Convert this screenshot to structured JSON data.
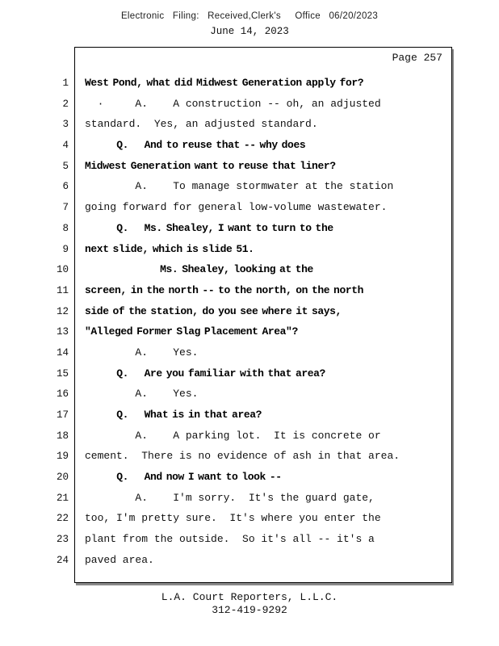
{
  "header": {
    "filing_line": "Electronic   Filing:   Received,Clerk's     Office   06/20/2023",
    "date_line": "June 14, 2023"
  },
  "page": {
    "page_label": "Page 257"
  },
  "transcript": {
    "lines": [
      {
        "num": 1,
        "bold": true,
        "text": "West Pond, what did Midwest Generation apply for?"
      },
      {
        "num": 2,
        "bold": false,
        "text": "  ·     A.    A construction -- oh, an adjusted"
      },
      {
        "num": 3,
        "bold": false,
        "text": "standard.  Yes, an adjusted standard."
      },
      {
        "num": 4,
        "bold": true,
        "text": "        Q.    And to reuse that -- why does"
      },
      {
        "num": 5,
        "bold": true,
        "text": "Midwest Generation want to reuse that liner?"
      },
      {
        "num": 6,
        "bold": false,
        "text": "        A.    To manage stormwater at the station"
      },
      {
        "num": 7,
        "bold": false,
        "text": "going forward for general low-volume wastewater."
      },
      {
        "num": 8,
        "bold": true,
        "text": "        Q.    Ms. Shealey, I want to turn to the"
      },
      {
        "num": 9,
        "bold": true,
        "text": "next slide, which is slide 51."
      },
      {
        "num": 10,
        "bold": true,
        "text": "                   Ms. Shealey, looking at the"
      },
      {
        "num": 11,
        "bold": true,
        "text": "screen, in the north -- to the north, on the north"
      },
      {
        "num": 12,
        "bold": true,
        "text": "side of the station, do you see where it says,"
      },
      {
        "num": 13,
        "bold": true,
        "text": "\"Alleged Former Slag Placement Area\"?"
      },
      {
        "num": 14,
        "bold": false,
        "text": "        A.    Yes."
      },
      {
        "num": 15,
        "bold": true,
        "text": "        Q.    Are you familiar with that area?"
      },
      {
        "num": 16,
        "bold": false,
        "text": "        A.    Yes."
      },
      {
        "num": 17,
        "bold": true,
        "text": "        Q.    What is in that area?"
      },
      {
        "num": 18,
        "bold": false,
        "text": "        A.    A parking lot.  It is concrete or"
      },
      {
        "num": 19,
        "bold": false,
        "text": "cement.  There is no evidence of ash in that area."
      },
      {
        "num": 20,
        "bold": true,
        "text": "        Q.    And now I want to look --"
      },
      {
        "num": 21,
        "bold": false,
        "text": "        A.    I'm sorry.  It's the guard gate,"
      },
      {
        "num": 22,
        "bold": false,
        "text": "too, I'm pretty sure.  It's where you enter the"
      },
      {
        "num": 23,
        "bold": false,
        "text": "plant from the outside.  So it's all -- it's a"
      },
      {
        "num": 24,
        "bold": false,
        "text": "paved area."
      }
    ]
  },
  "footer": {
    "company": "L.A. Court Reporters, L.L.C.",
    "phone": "312-419-9292"
  }
}
